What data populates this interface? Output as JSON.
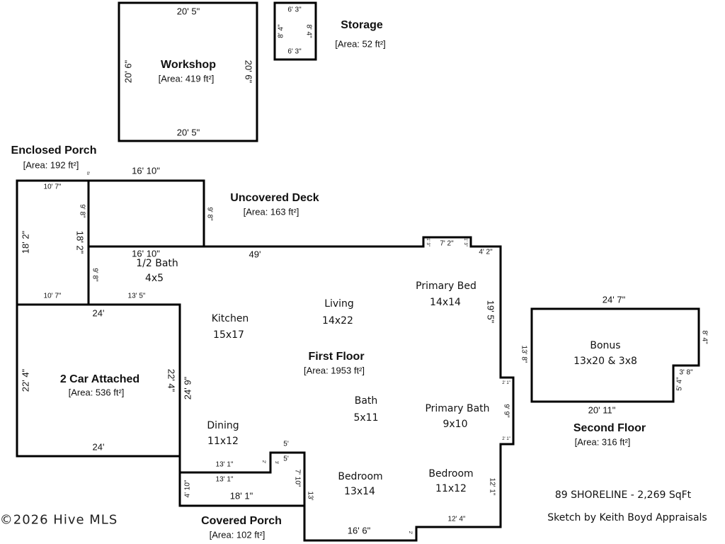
{
  "workshop": {
    "title": "Workshop",
    "area": "[Area: 419 ft²]",
    "top": "20' 5\"",
    "bottom": "20' 5\"",
    "left": "20' 6\"",
    "right": "20' 6\""
  },
  "storage": {
    "title": "Storage",
    "area": "[Area: 52 ft²]",
    "top": "6' 3\"",
    "bottom": "6' 3\"",
    "left": "8' 4\"",
    "right": "8' 4\""
  },
  "enclosed_porch": {
    "title": "Enclosed Porch",
    "area": "[Area: 192 ft²]",
    "top": "10' 7\"",
    "bottom": "10' 7\"",
    "left": "18' 2\"",
    "right": "18' 2\"",
    "corner": "0'"
  },
  "uncovered_deck": {
    "title": "Uncovered Deck",
    "area": "[Area: 163 ft²]",
    "top": "16' 10\"",
    "bottom": "16' 10\"",
    "left": "9' 8\"",
    "right": "9' 8\""
  },
  "first_floor": {
    "title": "First Floor",
    "area": "[Area: 1953 ft²]",
    "dims": {
      "top": "49'",
      "half_bath_left": "9' 8\"",
      "half_bath_bottom": "13' 5\"",
      "bump_left": "1' 3\"",
      "bump_top": "7' 2\"",
      "bump_right": "1' 3\"",
      "top_right": "4' 2\"",
      "right_upper": "19' 5\"",
      "bath_jog_top": "2' 1\"",
      "bath_right": "9' 9\"",
      "bath_jog_bottom": "2' 1\"",
      "right_lower": "12' 1\"",
      "bottom_right": "12' 4\"",
      "step": "2'",
      "bottom": "16' 6\"",
      "left_lower": "13'",
      "notch_top": "5'",
      "notch_inner": "5'",
      "notch_side": "7' 10\"",
      "notch_small_a": "2'",
      "notch_small_b": "3'",
      "dining_bottom": "13' 1\"",
      "kitchen_left": "24' 9\""
    },
    "rooms": [
      {
        "name": "1/2 Bath",
        "size": "4x5"
      },
      {
        "name": "Kitchen",
        "size": "15x17"
      },
      {
        "name": "Living",
        "size": "14x22"
      },
      {
        "name": "Primary Bed",
        "size": "14x14"
      },
      {
        "name": "Bath",
        "size": "5x11"
      },
      {
        "name": "Primary Bath",
        "size": "9x10"
      },
      {
        "name": "Dining",
        "size": "11x12"
      },
      {
        "name": "Bedroom",
        "size": "13x14"
      },
      {
        "name": "Bedroom",
        "size": "11x12"
      }
    ]
  },
  "garage": {
    "title": "2 Car Attached",
    "area": "[Area: 536 ft²]",
    "top": "24'",
    "bottom": "24'",
    "left": "22' 4\"",
    "right": "22' 4\""
  },
  "covered_porch": {
    "title": "Covered Porch",
    "area": "[Area: 102 ft²]",
    "top": "13' 1\"",
    "bottom": "18' 1\"",
    "left": "4' 10\""
  },
  "second_floor": {
    "title": "Second Floor",
    "area": "[Area: 316 ft²]",
    "room": "Bonus",
    "size": "13x20 & 3x8",
    "top": "24' 7\"",
    "bottom": "20' 11\"",
    "left": "13' 8\"",
    "right": "8' 4\"",
    "notch_h": "3' 8\"",
    "notch_v": "5' 4\""
  },
  "footer": {
    "address": "89 SHORELINE - 2,269 SqFt",
    "credit": "Sketch by Keith Boyd Appraisals",
    "watermark": "©2026 Hive MLS"
  }
}
